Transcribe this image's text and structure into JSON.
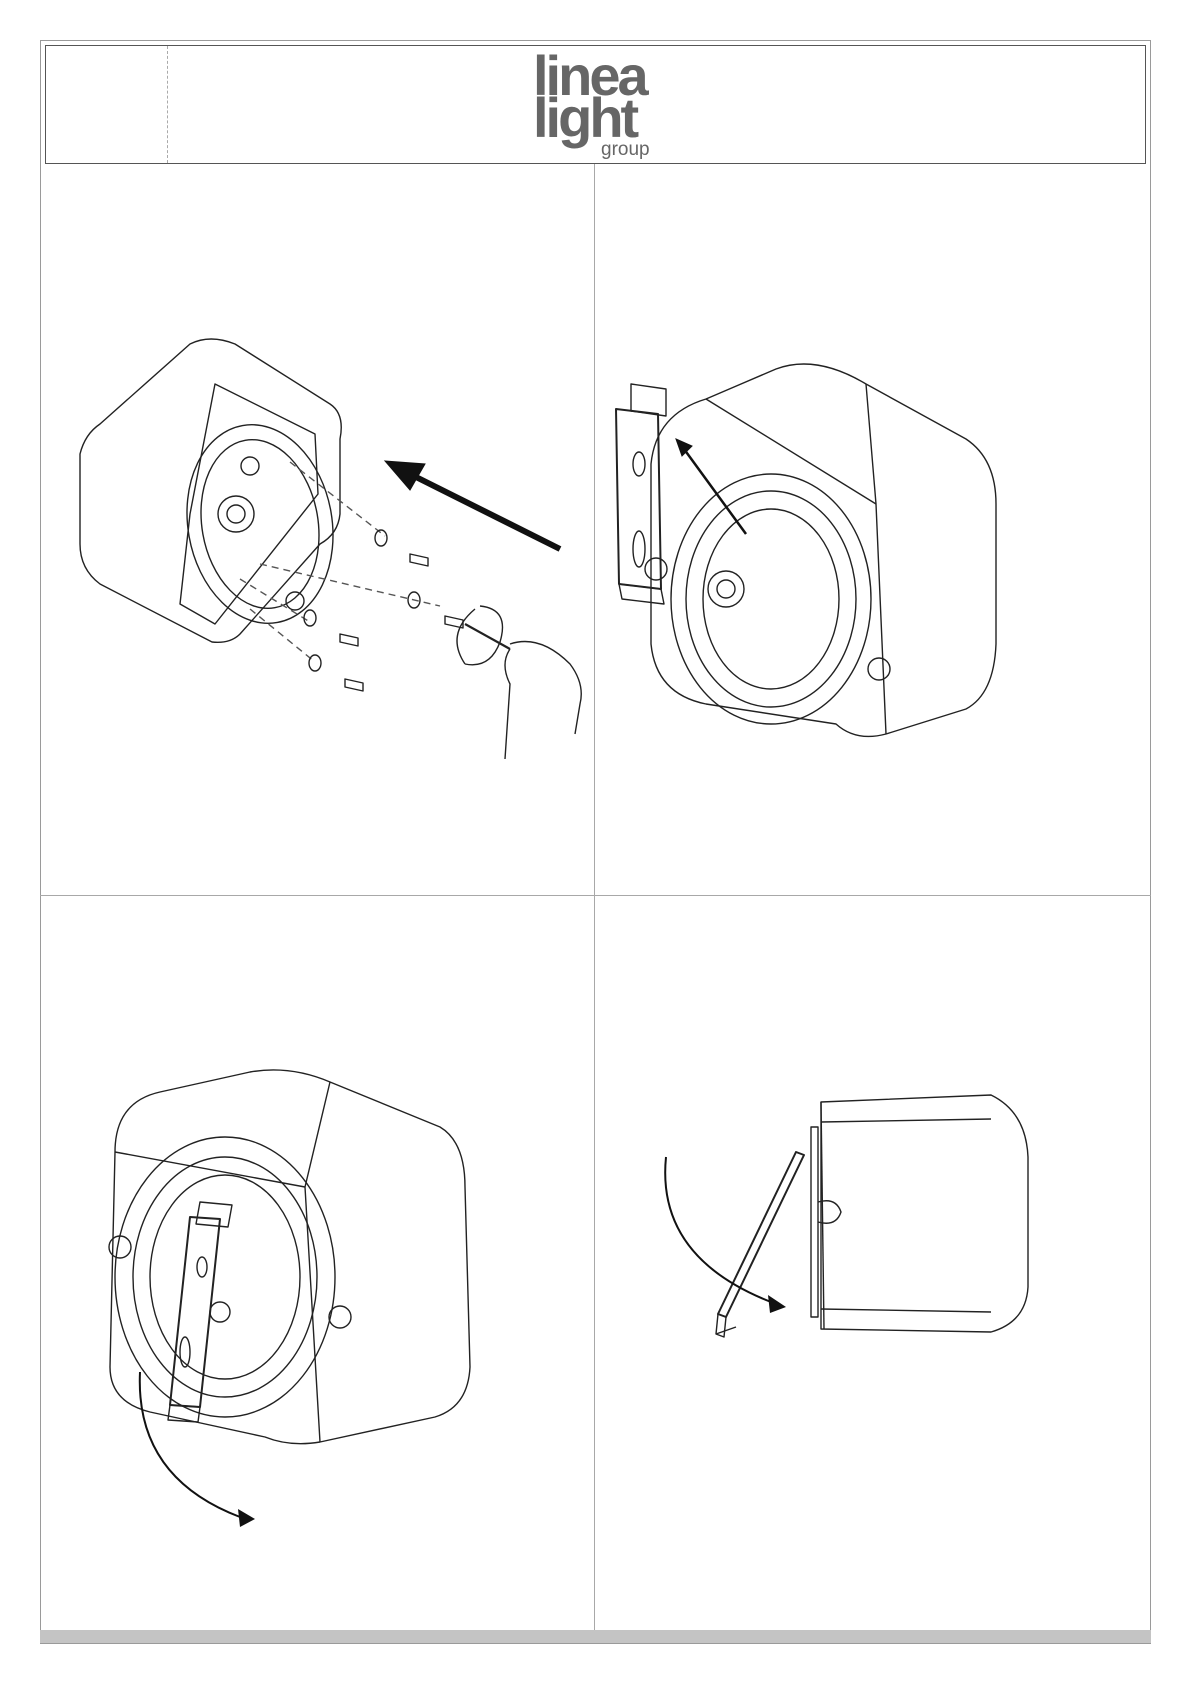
{
  "logo": {
    "line1": "linea",
    "line2": "light",
    "line3": "group"
  },
  "steps": [
    {
      "panel": "top-left",
      "icon": "remove-screws-illustration"
    },
    {
      "panel": "top-right",
      "icon": "attach-bracket-illustration"
    },
    {
      "panel": "bottom-left",
      "icon": "rotate-bracket-illustration"
    },
    {
      "panel": "bottom-right",
      "icon": "hang-fixture-side-illustration"
    }
  ],
  "colors": {
    "line": "#222222",
    "frame": "#9a9a9a",
    "logo": "#666666",
    "footer": "#c4c4c4"
  }
}
